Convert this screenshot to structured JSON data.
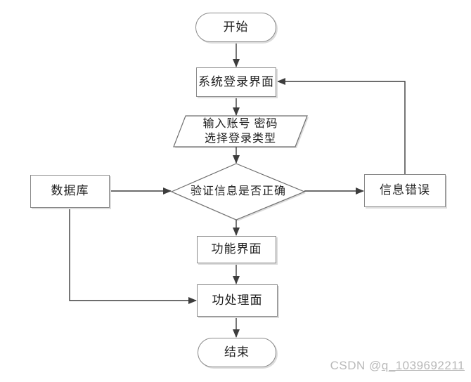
{
  "nodes": {
    "start": {
      "label": "开始",
      "shape": "terminator"
    },
    "login": {
      "label": "系统登录界面",
      "shape": "process"
    },
    "input": {
      "line1": "输入账号 密码",
      "line2": "选择登录类型",
      "shape": "io"
    },
    "verify": {
      "label": "验证信息是否正确",
      "shape": "decision"
    },
    "database": {
      "label": "数据库",
      "shape": "process"
    },
    "error": {
      "label": "信息错误",
      "shape": "process"
    },
    "function": {
      "label": "功能界面",
      "shape": "process"
    },
    "process": {
      "label": "功处理面",
      "shape": "process"
    },
    "end": {
      "label": "结束",
      "shape": "terminator"
    }
  },
  "edges": [
    {
      "from": "start",
      "to": "login"
    },
    {
      "from": "login",
      "to": "input"
    },
    {
      "from": "input",
      "to": "verify"
    },
    {
      "from": "verify",
      "to": "function"
    },
    {
      "from": "verify",
      "to": "error"
    },
    {
      "from": "error",
      "to": "login"
    },
    {
      "from": "database",
      "to": "verify"
    },
    {
      "from": "database",
      "to": "process"
    },
    {
      "from": "function",
      "to": "process"
    },
    {
      "from": "process",
      "to": "end"
    }
  ],
  "watermark": {
    "prefix": "CSDN @",
    "user": "q_1039692211"
  },
  "colors": {
    "line": "#3d3d3d",
    "box_border": "#8a8a8a",
    "shape_border": "#6e6e6e",
    "text": "#1f1f1f",
    "shadow": "#dcdcdc",
    "watermark": "#b9b9b9",
    "background": "#ffffff"
  }
}
